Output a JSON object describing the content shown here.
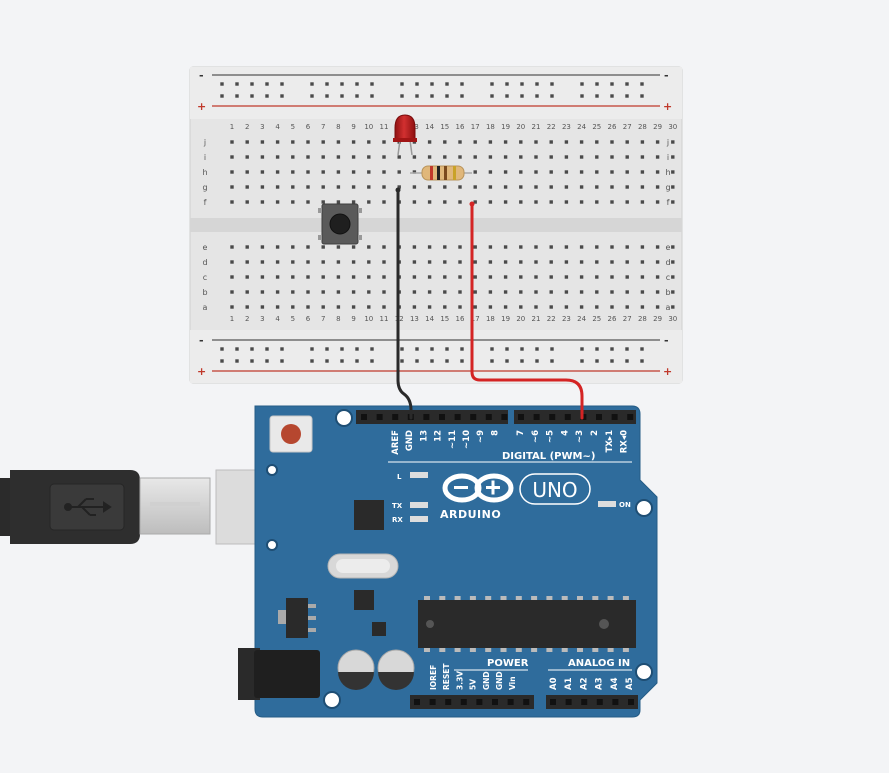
{
  "breadboard": {
    "columns": 30,
    "column_numbers": [
      "1",
      "2",
      "3",
      "4",
      "5",
      "6",
      "7",
      "8",
      "9",
      "10",
      "11",
      "12",
      "13",
      "14",
      "15",
      "16",
      "17",
      "18",
      "19",
      "20",
      "21",
      "22",
      "23",
      "24",
      "25",
      "26",
      "27",
      "28",
      "29",
      "30"
    ],
    "top_rows": [
      "j",
      "i",
      "h",
      "g",
      "f"
    ],
    "bottom_rows": [
      "e",
      "d",
      "c",
      "b",
      "a"
    ],
    "rail_minus": "-",
    "rail_plus": "+"
  },
  "arduino": {
    "model_label": "UNO",
    "brand_label": "ARDUINO",
    "digital_label": "DIGITAL (PWM~)",
    "digital_pins": [
      "AREF",
      "GND",
      "13",
      "12",
      "~11",
      "~10",
      "~9",
      "8",
      "7",
      "~6",
      "~5",
      "4",
      "~3",
      "2",
      "TX▸1",
      "RX◂0"
    ],
    "power_label": "POWER",
    "power_pins": [
      "IOREF",
      "RESET",
      "3.3V",
      "5V",
      "GND",
      "GND",
      "Vin"
    ],
    "analog_label": "ANALOG IN",
    "analog_pins": [
      "A0",
      "A1",
      "A2",
      "A3",
      "A4",
      "A5"
    ],
    "led_labels": {
      "l": "L",
      "tx": "TX",
      "rx": "RX",
      "on": "ON"
    }
  },
  "colors": {
    "board": "#2f6c9c",
    "breadboard": "#e6e6e6",
    "wire_black": "#2a2a2a",
    "wire_red": "#d42424",
    "led": "#b41a1a",
    "rail_line": "#c0392b"
  }
}
